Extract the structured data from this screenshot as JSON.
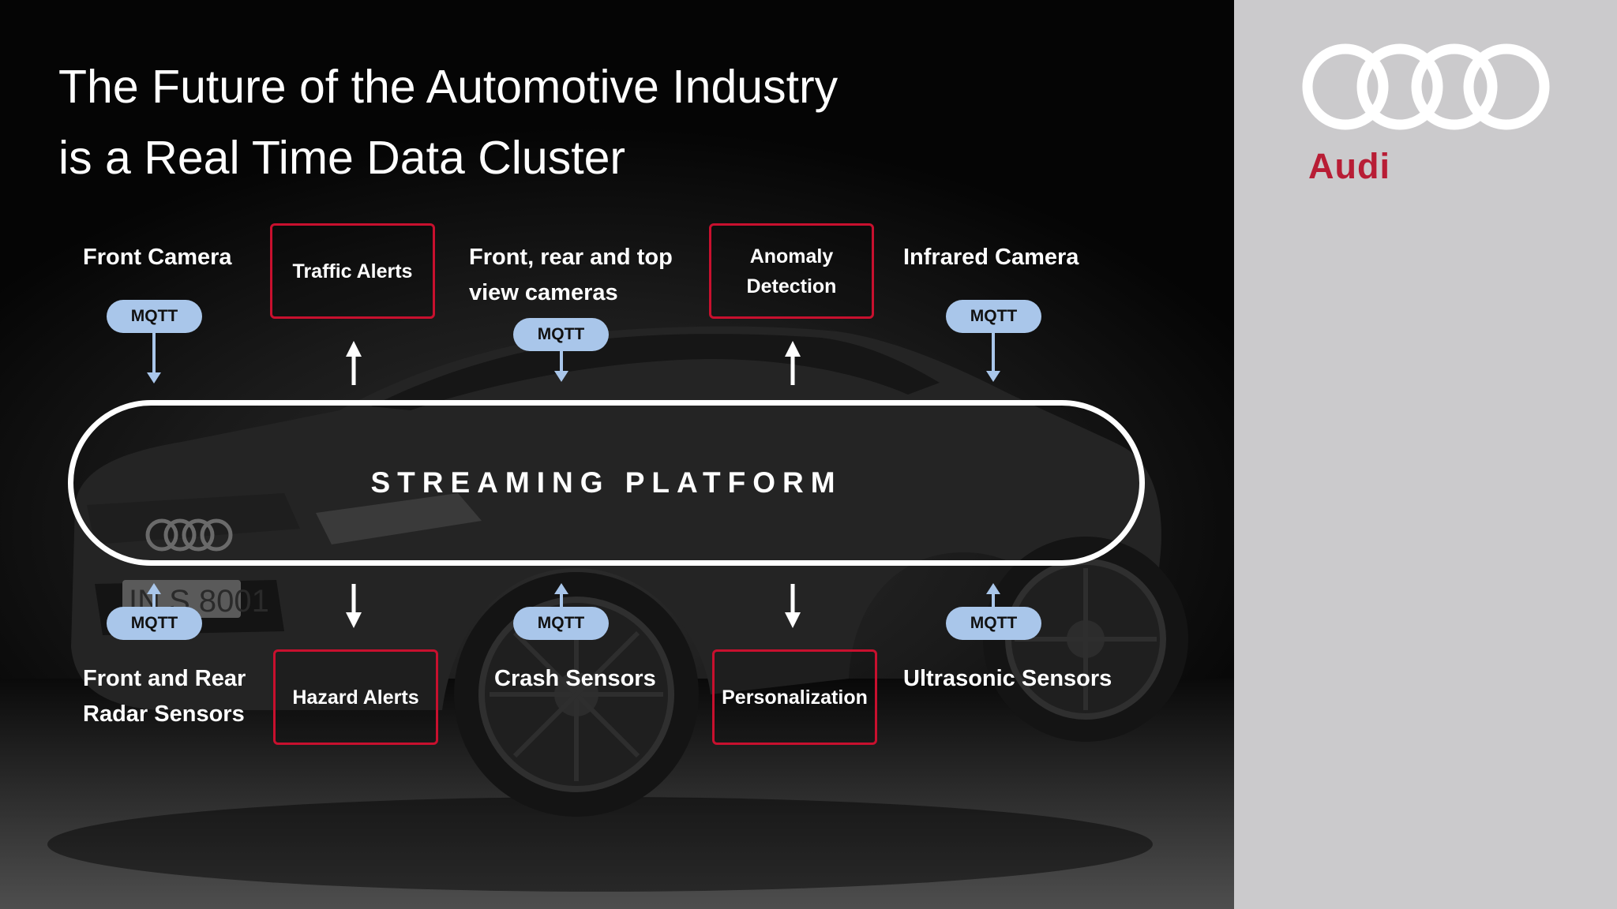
{
  "title": {
    "line1": "The Future of the Automotive Industry",
    "line2": "is a Real Time Data Cluster"
  },
  "brand": {
    "name": "Audi",
    "color": "#b81d35"
  },
  "accent_color": "#c8102e",
  "pill_color": "#a9c6ea",
  "platform": {
    "label": "STREAMING PLATFORM"
  },
  "top_sources": {
    "front_camera": "Front Camera",
    "cameras_line1": "Front, rear and top",
    "cameras_line2": "view cameras",
    "infrared": "Infrared Camera"
  },
  "bottom_sources": {
    "radar_line1": "Front and Rear",
    "radar_line2": "Radar Sensors",
    "crash": "Crash Sensors",
    "ultrasonic": "Ultrasonic Sensors"
  },
  "outputs": {
    "traffic": "Traffic Alerts",
    "anomaly_line1": "Anomaly",
    "anomaly_line2": "Detection",
    "hazard": "Hazard Alerts",
    "personalization": "Personalization"
  },
  "protocol": "MQTT"
}
